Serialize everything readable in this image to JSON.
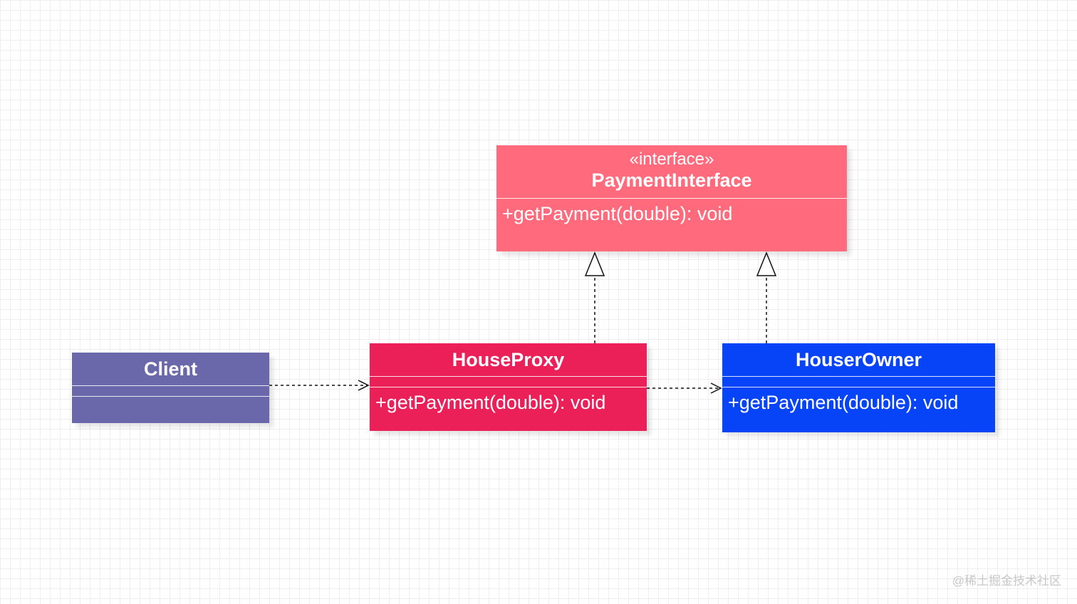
{
  "colors": {
    "interface": "#ff6b7c",
    "proxy": "#ec2059",
    "owner": "#0844f7",
    "client": "#6a67ab",
    "line": "#111111"
  },
  "classes": {
    "payment_interface": {
      "stereotype": "«interface»",
      "name": "PaymentInterface",
      "operation": "+getPayment(double): void"
    },
    "house_proxy": {
      "name": "HouseProxy",
      "operation": "+getPayment(double): void"
    },
    "houser_owner": {
      "name": "HouserOwner",
      "operation": "+getPayment(double): void"
    },
    "client": {
      "name": "Client"
    }
  },
  "relations": [
    {
      "from": "client",
      "to": "house_proxy",
      "type": "dependency"
    },
    {
      "from": "house_proxy",
      "to": "houser_owner",
      "type": "dependency"
    },
    {
      "from": "house_proxy",
      "to": "payment_interface",
      "type": "realization"
    },
    {
      "from": "houser_owner",
      "to": "payment_interface",
      "type": "realization"
    }
  ],
  "watermark": "@稀土掘金技术社区"
}
